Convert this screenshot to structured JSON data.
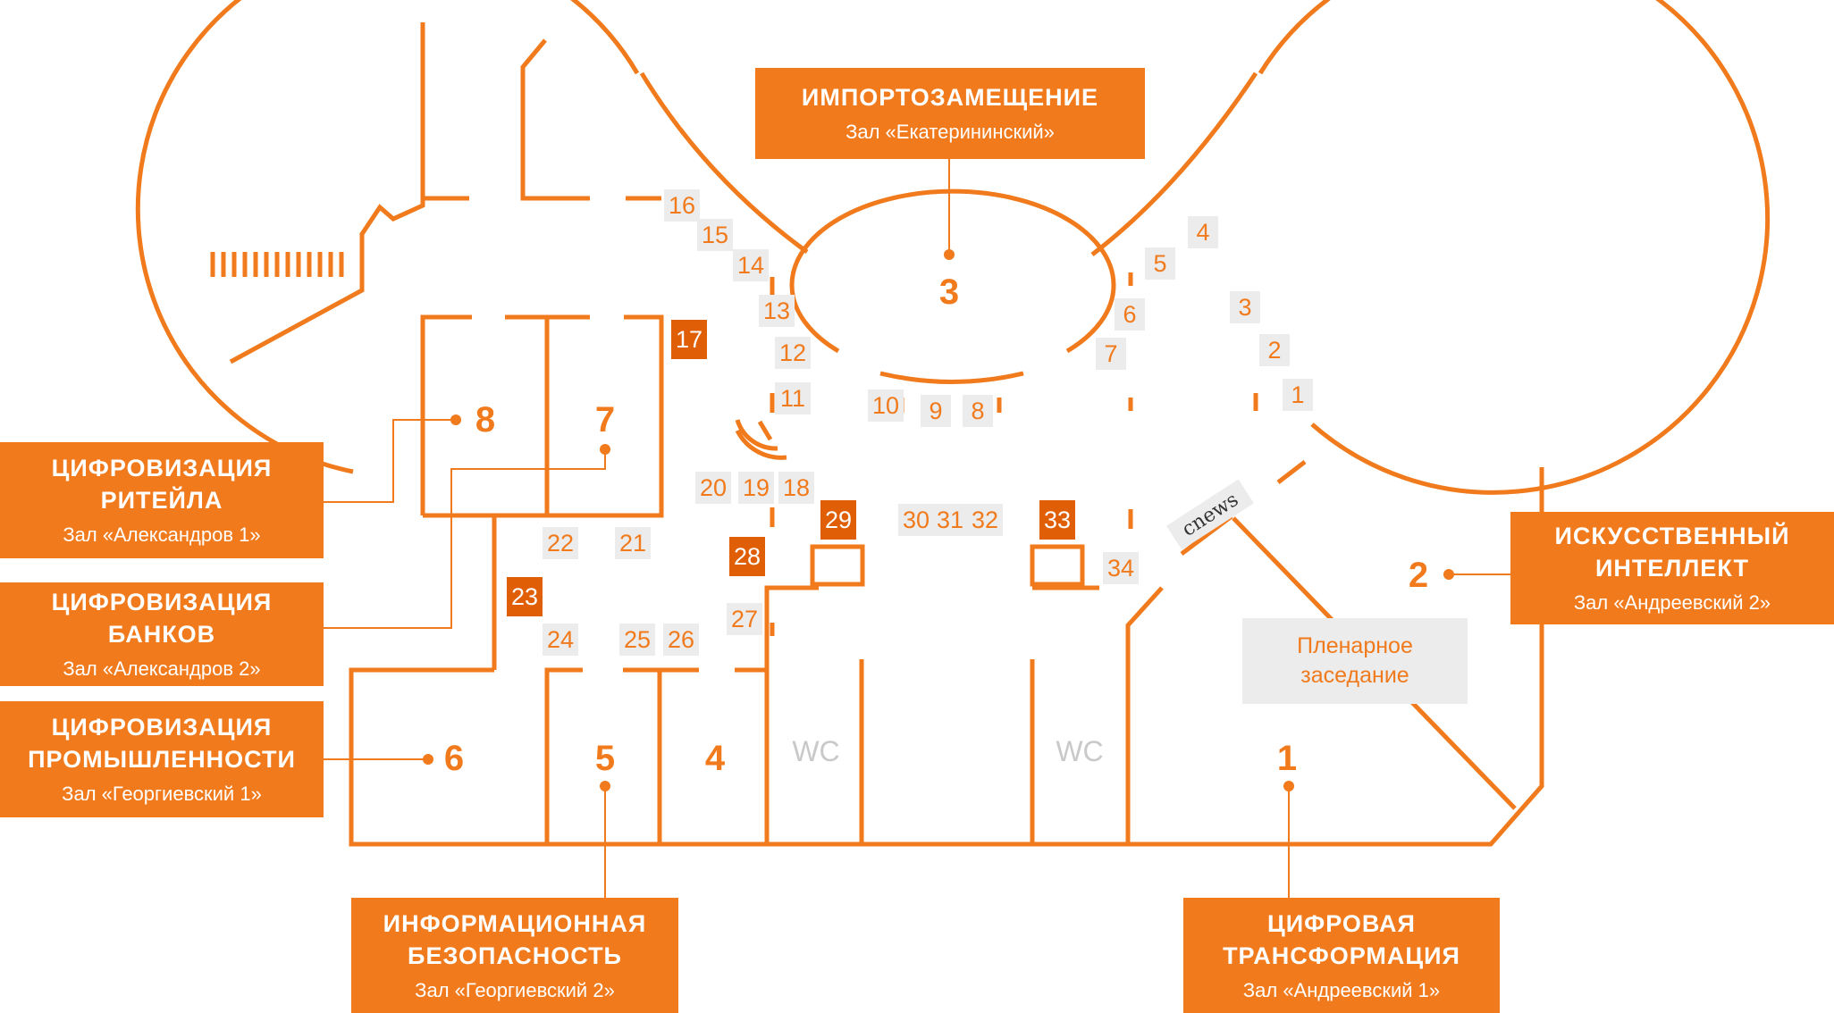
{
  "halls": [
    {
      "id": "import",
      "title": "ИМПОРТОЗАМЕЩЕНИЕ",
      "room": "Зал «Екатерининский»",
      "number": "3"
    },
    {
      "id": "retail",
      "title": "ЦИФРОВИЗАЦИЯ РИТЕЙЛА",
      "room": "Зал «Александров 1»",
      "number": "8"
    },
    {
      "id": "banks",
      "title": "ЦИФРОВИЗАЦИЯ БАНКОВ",
      "room": "Зал «Александров 2»",
      "number": "7"
    },
    {
      "id": "industry",
      "title": "ЦИФРОВИЗАЦИЯ ПРОМЫШЛЕННОСТИ",
      "room": "Зал «Георгиевский 1»",
      "number": "6"
    },
    {
      "id": "security",
      "title": "ИНФОРМАЦИОННАЯ БЕЗОПАСНОСТЬ",
      "room": "Зал «Георгиевский 2»",
      "number": "5"
    },
    {
      "id": "transform",
      "title": "ЦИФРОВАЯ ТРАНСФОРМАЦИЯ",
      "room": "Зал «Андреевский 1»",
      "number": "1"
    },
    {
      "id": "ai",
      "title": "ИСКУССТВЕННЫЙ ИНТЕЛЛЕКТ",
      "room": "Зал «Андреевский 2»",
      "number": "2"
    }
  ],
  "room_numbers": {
    "room4": "4"
  },
  "wc_label": "WC",
  "plenary_label": "Пленарное заседание",
  "sponsor_logo_text": "cnews",
  "stands": [
    "1",
    "2",
    "3",
    "4",
    "5",
    "6",
    "7",
    "8",
    "9",
    "10",
    "11",
    "12",
    "13",
    "14",
    "15",
    "16",
    "17",
    "18",
    "19",
    "20",
    "21",
    "22",
    "23",
    "24",
    "25",
    "26",
    "27",
    "28",
    "29",
    "30",
    "31",
    "32",
    "33",
    "34"
  ],
  "highlighted_stands": [
    "17",
    "23",
    "28",
    "29",
    "33"
  ],
  "colors": {
    "accent": "#f07a1c",
    "accent_dark": "#e05f06",
    "stand_bg": "#ececec",
    "wc": "#c9c9c9"
  }
}
